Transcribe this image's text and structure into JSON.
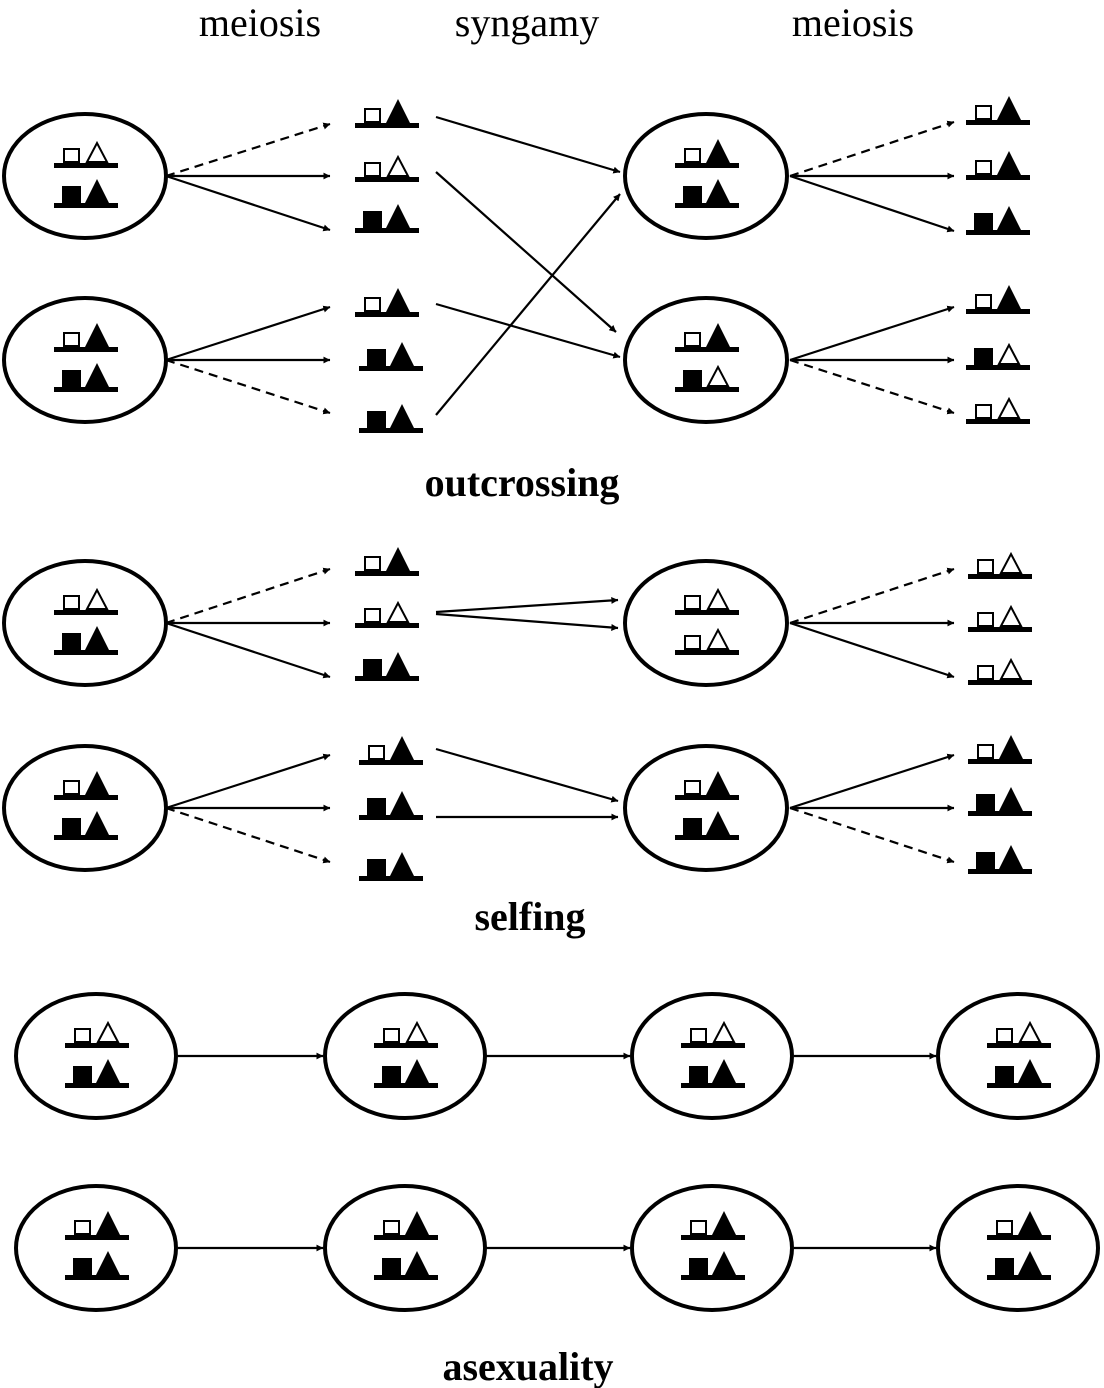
{
  "header": {
    "col1": "meiosis",
    "col2": "syngamy",
    "col3": "meiosis"
  },
  "sections": {
    "outcrossing": "outcrossing",
    "selfing": "selfing",
    "asexuality": "asexuality"
  },
  "legend_encoding": {
    "allele_shapes": [
      "square",
      "triangle"
    ],
    "allele_states": [
      "open",
      "filled"
    ]
  },
  "colors": {
    "ink": "#000000",
    "background": "#ffffff"
  }
}
